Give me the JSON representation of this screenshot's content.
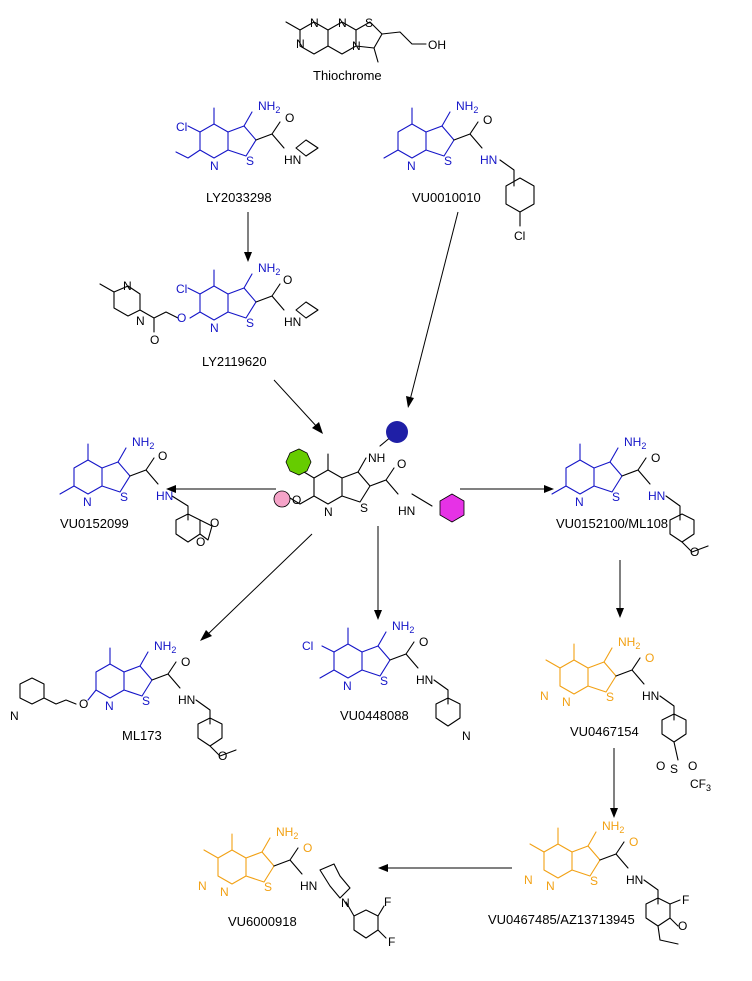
{
  "colors": {
    "core_blue": "#1515c8",
    "core_orange": "#f2a114",
    "bond": "#000000",
    "sub_green": "#66cc00",
    "sub_pink": "#f5a3c8",
    "sub_magenta": "#e632e6",
    "sub_navy": "#1f1fa6"
  },
  "compounds": {
    "thiochrome": "Thiochrome",
    "ly2033298": "LY2033298",
    "vu0010010": "VU0010010",
    "ly2119620": "LY2119620",
    "vu0152099": "VU0152099",
    "vu0152100": "VU0152100/ML108",
    "ml173": "ML173",
    "vu0448088": "VU0448088",
    "vu0467154": "VU0467154",
    "vu6000918": "VU6000918",
    "vu0467485": "VU0467485/AZ13713945"
  },
  "atoms": {
    "nh2": "NH",
    "nh2_sub": "2",
    "nh": "NH",
    "hn": "HN",
    "n": "N",
    "s": "S",
    "o": "O",
    "oh": "OH",
    "cl": "Cl",
    "f": "F",
    "cf3": "CF",
    "cf3_sub": "3"
  }
}
